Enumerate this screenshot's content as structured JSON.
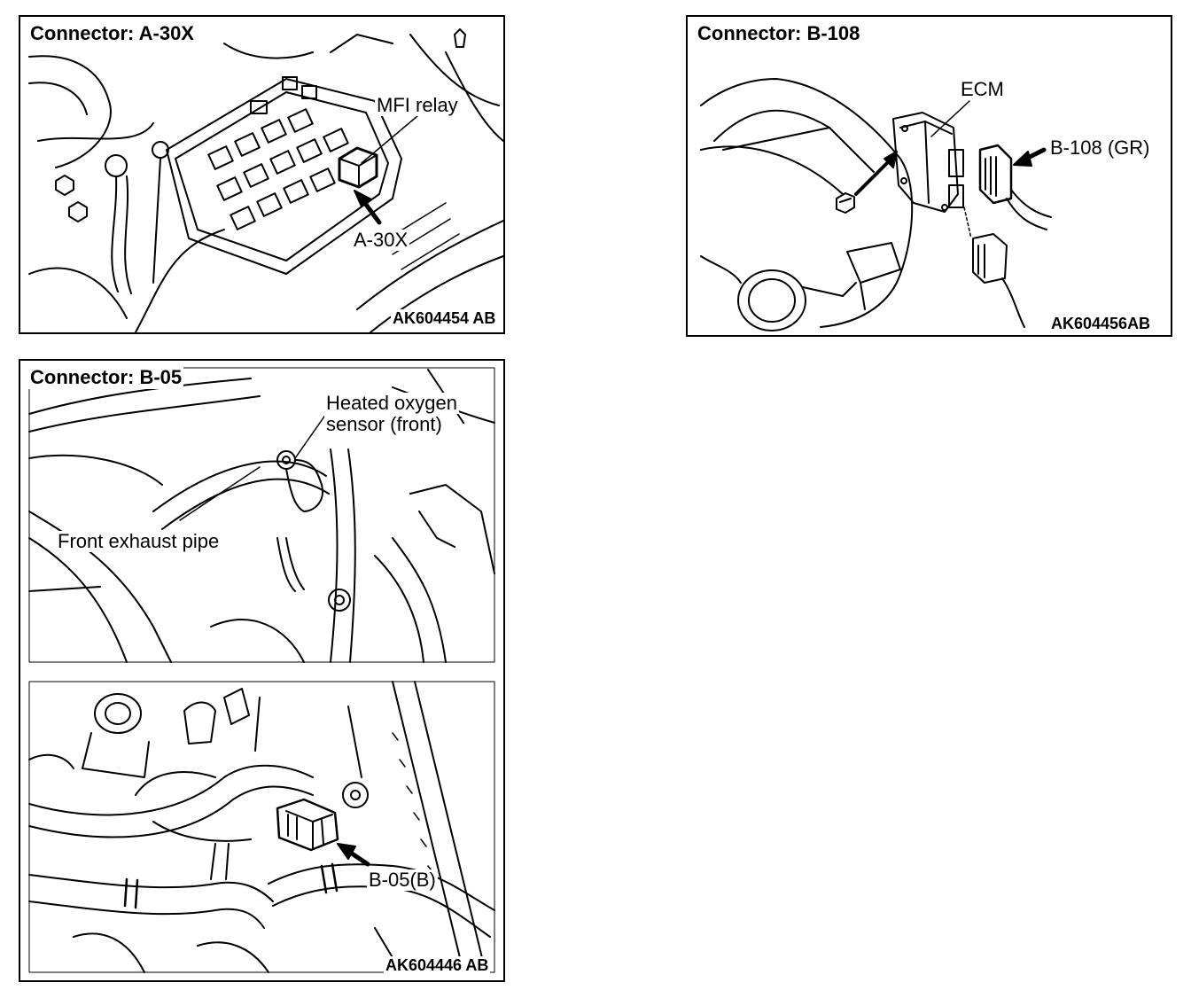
{
  "panels": {
    "a30x": {
      "title": "Connector: A-30X",
      "relay_label": "MFI relay",
      "connector_label": "A-30X",
      "code": "AK604454 AB"
    },
    "b108": {
      "title": "Connector: B-108",
      "ecm_label": "ECM",
      "connector_label": "B-108 (GR)",
      "code": "AK604456AB"
    },
    "b05": {
      "title": "Connector: B-05",
      "sensor_label_line1": "Heated oxygen",
      "sensor_label_line2": "sensor (front)",
      "pipe_label": "Front exhaust pipe",
      "connector_label": "B-05(B)",
      "code": "AK604446 AB"
    }
  },
  "colors": {
    "line": "#000000",
    "background": "#ffffff"
  }
}
